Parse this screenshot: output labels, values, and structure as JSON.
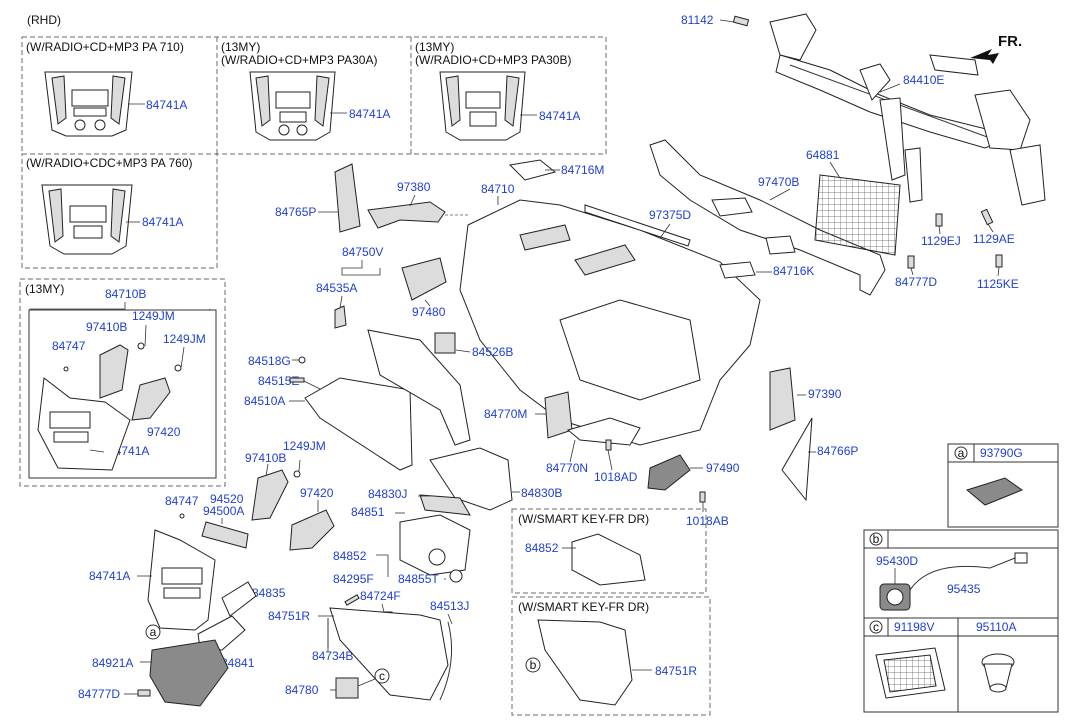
{
  "variant": "(RHD)",
  "front_marker": "FR.",
  "boxes": {
    "box_710": "(W/RADIO+CD+MP3 PA 710)",
    "box_30a_l1": "(13MY)",
    "box_30a_l2": "(W/RADIO+CD+MP3 PA30A)",
    "box_30b_l1": "(13MY)",
    "box_30b_l2": "(W/RADIO+CD+MP3 PA30B)",
    "box_760": "(W/RADIO+CDC+MP3 PA 760)",
    "box_13my": "(13MY)",
    "box_smart1": "(W/SMART KEY-FR DR)",
    "box_smart2": "(W/SMART KEY-FR DR)"
  },
  "callouts": {
    "a": "a",
    "b": "b",
    "c": "c"
  },
  "parts": {
    "p81142": "81142",
    "p84410E": "84410E",
    "p84741A_1": "84741A",
    "p84741A_2": "84741A",
    "p84741A_3": "84741A",
    "p84741A_4": "84741A",
    "p84741A_5": "84741A",
    "p84741A_6": "84741A",
    "p84716M": "84716M",
    "p97380": "97380",
    "p84710": "84710",
    "p97470B": "97470B",
    "p64881": "64881",
    "p84765P": "84765P",
    "p97375D": "97375D",
    "p1129EJ": "1129EJ",
    "p1129AE": "1129AE",
    "p84750V": "84750V",
    "p84716K": "84716K",
    "p84777D_1": "84777D",
    "p1125KE": "1125KE",
    "p84710B": "84710B",
    "p1249JM_1": "1249JM",
    "p84535A": "84535A",
    "p97410B_1": "97410B",
    "p1249JM_2": "1249JM",
    "p84747_1": "84747",
    "p97480": "97480",
    "p84526B": "84526B",
    "p84518G": "84518G",
    "p84515E": "84515E",
    "p84510A": "84510A",
    "p97390": "97390",
    "p97420_1": "97420",
    "p84770M": "84770M",
    "p84766P": "84766P",
    "p93790G": "93790G",
    "p1249JM_3": "1249JM",
    "p97410B_2": "97410B",
    "p84770N": "84770N",
    "p1018AD": "1018AD",
    "p97490": "97490",
    "p84830J": "84830J",
    "p84830B": "84830B",
    "p97420_2": "97420",
    "p84747_2": "84747",
    "p94520": "94520",
    "p94500A": "94500A",
    "p84851": "84851",
    "p1018AB": "1018AB",
    "p84852_1": "84852",
    "p84852_2": "84852",
    "p95430D": "95430D",
    "p84295F": "84295F",
    "p84855T": "84855T",
    "p95435": "95435",
    "p84835": "84835",
    "p84724F": "84724F",
    "p84513J": "84513J",
    "p84751R_1": "84751R",
    "p84751R_2": "84751R",
    "p91198V": "91198V",
    "p95110A": "95110A",
    "p84841": "84841",
    "p84734B": "84734B",
    "p84921A": "84921A",
    "p84780": "84780",
    "p84777D_2": "84777D"
  }
}
